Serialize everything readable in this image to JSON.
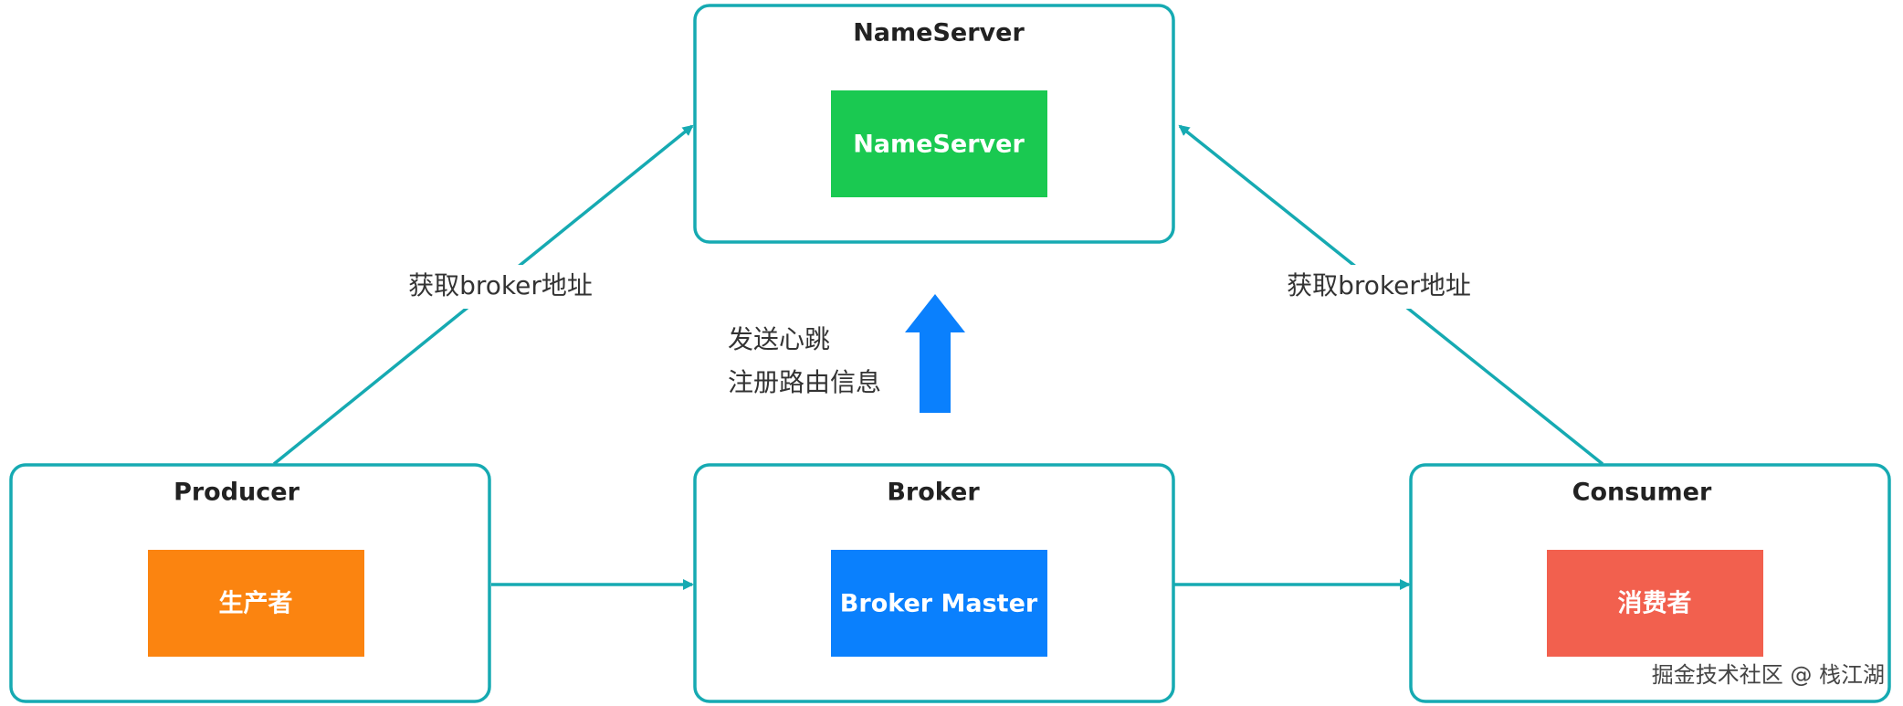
{
  "nodes": {
    "nameserver": {
      "title": "NameServer",
      "inner_label": "NameServer",
      "inner_color": "#1ac951"
    },
    "producer": {
      "title": "Producer",
      "inner_label": "生产者",
      "inner_color": "#fb8410"
    },
    "broker": {
      "title": "Broker",
      "inner_label": "Broker Master",
      "inner_color": "#0a80fd"
    },
    "consumer": {
      "title": "Consumer",
      "inner_label": "消费者",
      "inner_color": "#f2604e"
    }
  },
  "edges": {
    "producer_to_nameserver_label": "获取broker地址",
    "consumer_to_nameserver_label": "获取broker地址",
    "broker_to_nameserver_label_line1": "发送心跳",
    "broker_to_nameserver_label_line2": "注册路由信息"
  },
  "colors": {
    "border": "#16aab2",
    "connector": "#16aab2",
    "heartbeat_arrow": "#0a80fd"
  },
  "watermark": "掘金技术社区 @ 栈江湖"
}
